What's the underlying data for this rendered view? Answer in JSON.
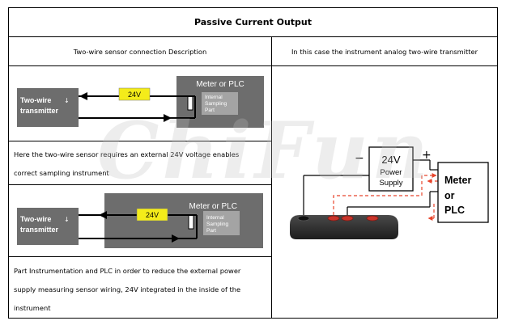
{
  "table": {
    "title": "Passive Current Output",
    "header_left": "Two-wire sensor connection Description",
    "header_right": "In this case the instrument analog two-wire transmitter",
    "text_row_1_line_1": "Here the two-wire sensor requires an external 24V voltage enables",
    "text_row_1_line_2": "correct sampling instrument",
    "text_row_2_line_1": "Part Instrumentation and PLC in order to reduce the external power",
    "text_row_2_line_2": "supply measuring sensor wiring, 24V integrated in the inside of the",
    "text_row_2_line_3": "instrument"
  },
  "diagram_1": {
    "transmitter_line_1": "Two-wire",
    "transmitter_line_2": "transmitter",
    "voltage": "24V",
    "meter_label": "Meter or PLC",
    "sampling_line_1": "Internal",
    "sampling_line_2": "Sampling",
    "sampling_line_3": "Part"
  },
  "diagram_2": {
    "transmitter_line_1": "Two-wire",
    "transmitter_line_2": "transmitter",
    "voltage": "24V",
    "meter_label": "Meter or PLC",
    "sampling_line_1": "Internal",
    "sampling_line_2": "Sampling",
    "sampling_line_3": "Part"
  },
  "diagram_3": {
    "minus": "−",
    "plus": "+",
    "voltage": "24V",
    "power_line_1": "Power",
    "power_line_2": "Supply",
    "meter_line_1": "Meter",
    "meter_line_2": "or",
    "meter_line_3": "PLC"
  },
  "watermark": "ChiFun",
  "colors": {
    "gray_box": "#6d6d6d",
    "voltage_yellow": "#f4ec1a",
    "arrow_red": "#e8452c",
    "device_dark": "#2a2a2a"
  }
}
